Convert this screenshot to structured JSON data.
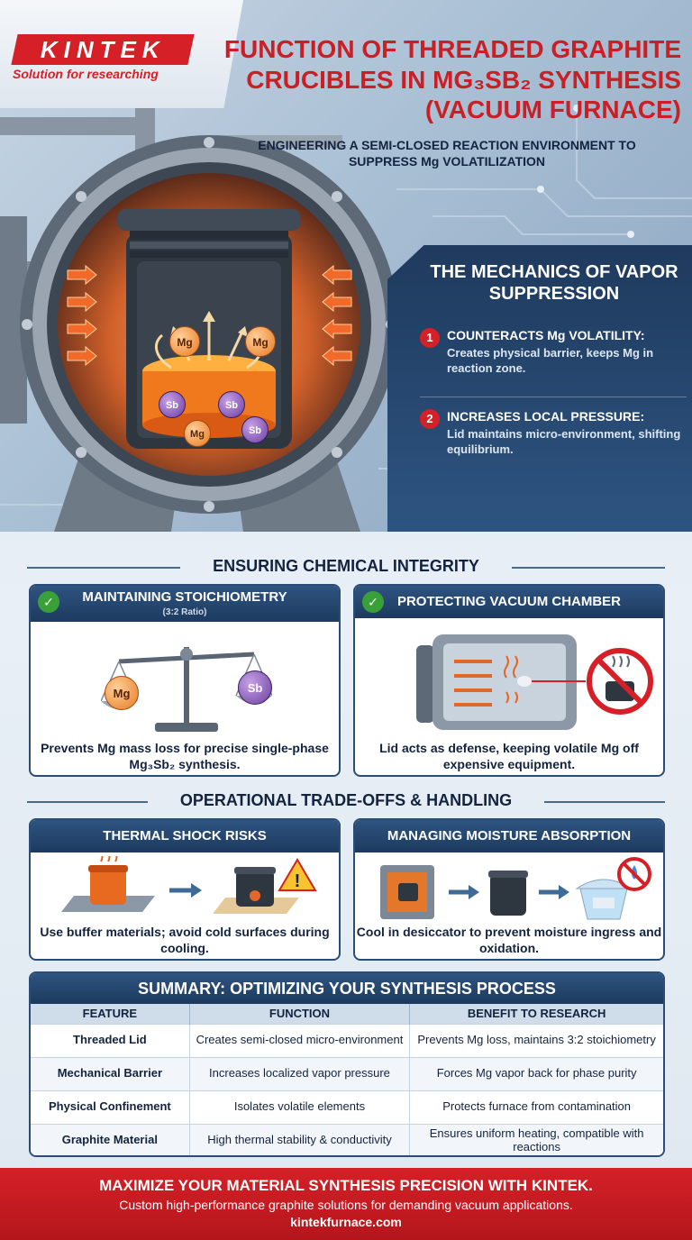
{
  "brand": {
    "logo": "KINTEK",
    "tagline": "Solution for researching"
  },
  "title": "Function of Threaded Graphite Crucibles in Mg₃Sb₂ Synthesis (Vacuum Furnace)",
  "subtitle": "ENGINEERING A SEMI-CLOSED REACTION ENVIRONMENT TO SUPPRESS Mg VOLATILIZATION",
  "hero": {
    "atoms": [
      "Mg",
      "Mg",
      "Sb",
      "Sb",
      "Mg",
      "Sb"
    ]
  },
  "mechanics": {
    "title": "THE MECHANICS OF VAPOR SUPPRESSION",
    "items": [
      {
        "num": "1",
        "head": "COUNTERACTS Mg VOLATILITY:",
        "body": "Creates physical barrier, keeps Mg in reaction zone."
      },
      {
        "num": "2",
        "head": "INCREASES LOCAL PRESSURE:",
        "body": "Lid maintains micro-environment, shifting equilibrium."
      }
    ]
  },
  "integrity": {
    "heading": "ENSURING CHEMICAL INTEGRITY",
    "cards": [
      {
        "title": "MAINTAINING STOICHIOMETRY",
        "sub": "(3:2 Ratio)",
        "text": "Prevents Mg mass loss for precise single-phase Mg₃Sb₂ synthesis.",
        "left_atom": "Mg",
        "right_atom": "Sb"
      },
      {
        "title": "PROTECTING VACUUM CHAMBER",
        "text": "Lid acts as defense, keeping volatile Mg off expensive equipment."
      }
    ]
  },
  "tradeoffs": {
    "heading": "OPERATIONAL TRADE-OFFS & HANDLING",
    "cards": [
      {
        "title": "THERMAL SHOCK RISKS",
        "text": "Use buffer materials; avoid cold surfaces during cooling."
      },
      {
        "title": "MANAGING MOISTURE ABSORPTION",
        "text": "Cool in desiccator to prevent moisture ingress and oxidation."
      }
    ]
  },
  "summary": {
    "title": "SUMMARY: OPTIMIZING YOUR SYNTHESIS PROCESS",
    "columns": [
      "FEATURE",
      "FUNCTION",
      "BENEFIT TO RESEARCH"
    ],
    "rows": [
      [
        "Threaded Lid",
        "Creates semi-closed micro-environment",
        "Prevents Mg loss, maintains 3:2 stoichiometry"
      ],
      [
        "Mechanical Barrier",
        "Increases localized vapor pressure",
        "Forces Mg vapor back for phase purity"
      ],
      [
        "Physical Confinement",
        "Isolates volatile elements",
        "Protects furnace from contamination"
      ],
      [
        "Graphite Material",
        "High thermal stability & conductivity",
        "Ensures uniform heating, compatible with reactions"
      ]
    ]
  },
  "footer": {
    "cta": "MAXIMIZE YOUR MATERIAL SYNTHESIS PRECISION WITH KINTEK.",
    "line2": "Custom high-performance graphite solutions for demanding vacuum applications.",
    "url": "kintekfurnace.com"
  },
  "colors": {
    "brand_red": "#d52027",
    "navy": "#1d3a5e",
    "check_green": "#3aa13a"
  }
}
